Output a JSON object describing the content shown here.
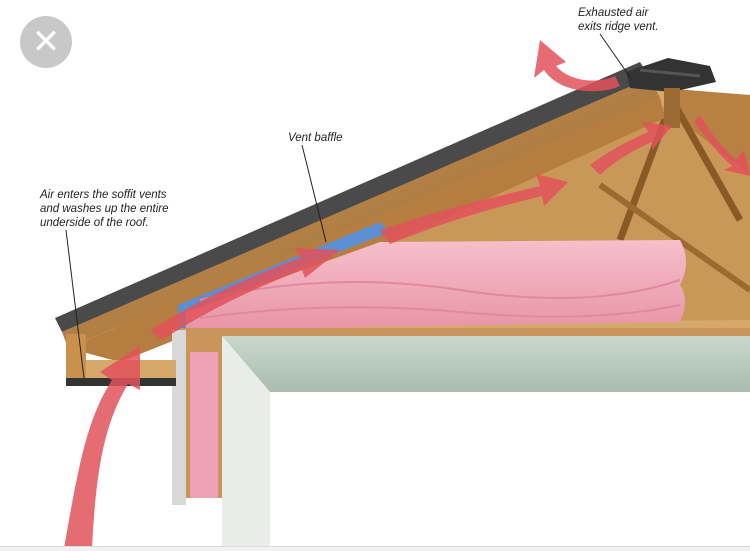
{
  "viewer": {
    "close_icon": "close-icon",
    "close_glyph": "✕"
  },
  "diagram": {
    "callouts": {
      "exhaust": "Exhausted air\nexits ridge vent.",
      "vent_baffle": "Vent baffle",
      "soffit": "Air enters the soffit vents\nand washes up the entire\nunderside of the roof."
    },
    "colors": {
      "airflow_arrow": "#e2525a",
      "insulation": "#f1a9b8",
      "roof_sheathing": "#b07a3c",
      "shingles": "#4a4a4a",
      "baffle": "#5b8fd1",
      "drywall": "#bfd0c4",
      "wall_face": "#ffffff"
    }
  }
}
